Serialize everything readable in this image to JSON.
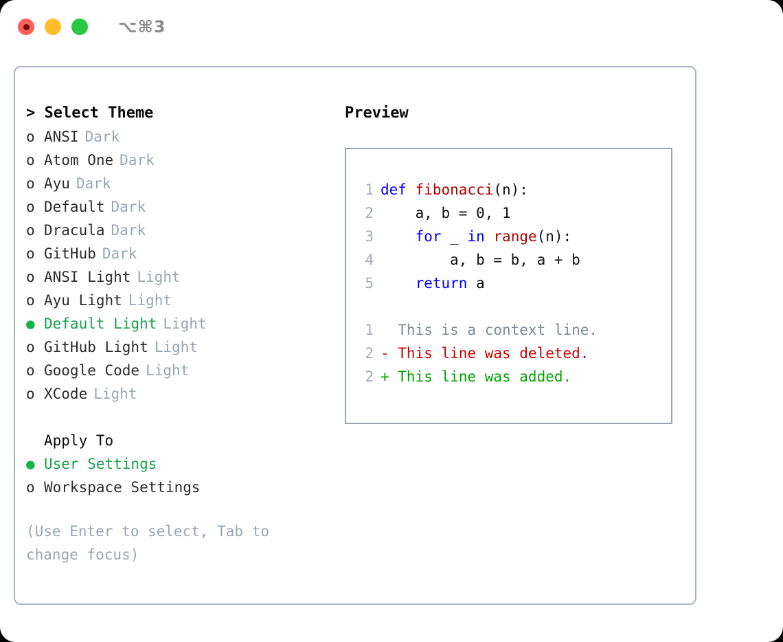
{
  "window": {
    "title_shortcut": "⌥⌘3",
    "traffic_lights": [
      {
        "name": "close-button",
        "color": "#ff5f57"
      },
      {
        "name": "minimize-button",
        "color": "#ffbd2e"
      },
      {
        "name": "maximize-button",
        "color": "#28c840"
      }
    ]
  },
  "theme_panel": {
    "header": "> Select Theme",
    "items": [
      {
        "marker": "o",
        "label": "ANSI",
        "tag": "Dark",
        "selected": false
      },
      {
        "marker": "o",
        "label": "Atom One",
        "tag": "Dark",
        "selected": false
      },
      {
        "marker": "o",
        "label": "Ayu",
        "tag": "Dark",
        "selected": false
      },
      {
        "marker": "o",
        "label": "Default",
        "tag": "Dark",
        "selected": false
      },
      {
        "marker": "o",
        "label": "Dracula",
        "tag": "Dark",
        "selected": false
      },
      {
        "marker": "o",
        "label": "GitHub",
        "tag": "Dark",
        "selected": false
      },
      {
        "marker": "o",
        "label": "ANSI Light",
        "tag": "Light",
        "selected": false
      },
      {
        "marker": "o",
        "label": "Ayu Light",
        "tag": "Light",
        "selected": false
      },
      {
        "marker": "●",
        "label": "Default Light",
        "tag": "Light",
        "selected": true
      },
      {
        "marker": "o",
        "label": "GitHub Light",
        "tag": "Light",
        "selected": false
      },
      {
        "marker": "o",
        "label": "Google Code",
        "tag": "Light",
        "selected": false
      },
      {
        "marker": "o",
        "label": "XCode",
        "tag": "Light",
        "selected": false
      }
    ]
  },
  "apply_to": {
    "header": "Apply To",
    "items": [
      {
        "marker": "●",
        "label": "User Settings",
        "selected": true
      },
      {
        "marker": "o",
        "label": "Workspace Settings",
        "selected": false
      }
    ]
  },
  "hint": "(Use Enter to select, Tab to change focus)",
  "preview": {
    "title": "Preview",
    "code_lines": [
      {
        "num": "1",
        "tokens": [
          {
            "text": "def ",
            "type": "kw"
          },
          {
            "text": "fibonacci",
            "type": "fn"
          },
          {
            "text": "(n):",
            "type": "pl"
          }
        ]
      },
      {
        "num": "2",
        "tokens": [
          {
            "text": "    a, b = 0, 1",
            "type": "pl"
          }
        ]
      },
      {
        "num": "3",
        "tokens": [
          {
            "text": "    ",
            "type": "pl"
          },
          {
            "text": "for",
            "type": "kw"
          },
          {
            "text": " _ ",
            "type": "pl"
          },
          {
            "text": "in",
            "type": "kw"
          },
          {
            "text": " ",
            "type": "pl"
          },
          {
            "text": "range",
            "type": "fn"
          },
          {
            "text": "(n):",
            "type": "pl"
          }
        ]
      },
      {
        "num": "4",
        "tokens": [
          {
            "text": "        a, b = b, a + b",
            "type": "pl"
          }
        ]
      },
      {
        "num": "5",
        "tokens": [
          {
            "text": "    ",
            "type": "pl"
          },
          {
            "text": "return",
            "type": "kw"
          },
          {
            "text": " a",
            "type": "pl"
          }
        ]
      }
    ],
    "diff_lines": [
      {
        "num": "1",
        "text": "  This is a context line.",
        "type": "ctx"
      },
      {
        "num": "2",
        "text": "- This line was deleted.",
        "type": "del"
      },
      {
        "num": "2",
        "text": "+ This line was added.",
        "type": "add"
      }
    ]
  },
  "colors": {
    "accent_green": "#16a34a",
    "muted": "#9aa5b1",
    "keyword_blue": "#0000ee",
    "function_red": "#b00000",
    "diff_delete": "#cc0000",
    "diff_add": "#00a400",
    "border": "#aab4c0"
  }
}
